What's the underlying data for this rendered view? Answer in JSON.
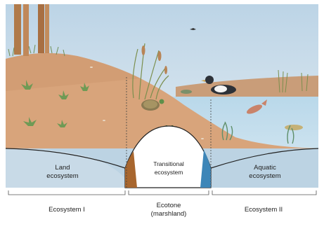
{
  "diagram": {
    "regions": {
      "land": {
        "line1": "Land",
        "line2": "ecosystem"
      },
      "transitional": {
        "line1": "Transitional",
        "line2": "ecosystem"
      },
      "aquatic": {
        "line1": "Aquatic",
        "line2": "ecosystem"
      }
    },
    "bottom_labels": {
      "ecosystem_1": "Ecosystem I",
      "ecotone_line1": "Ecotone",
      "ecotone_line2": "(marshland)",
      "ecosystem_2": "Ecosystem II"
    },
    "colors": {
      "sky": "#cfe0ec",
      "soil": "#d9a57c",
      "soil_dark": "#b98a62",
      "water": "#c6dfee",
      "band": "#bcd3e3",
      "hill": "#ffffff",
      "land_accent": "#a8662e",
      "water_accent": "#3d86b8",
      "vegetation": "#7a9a5a",
      "trunk": "#b07a4a"
    }
  }
}
